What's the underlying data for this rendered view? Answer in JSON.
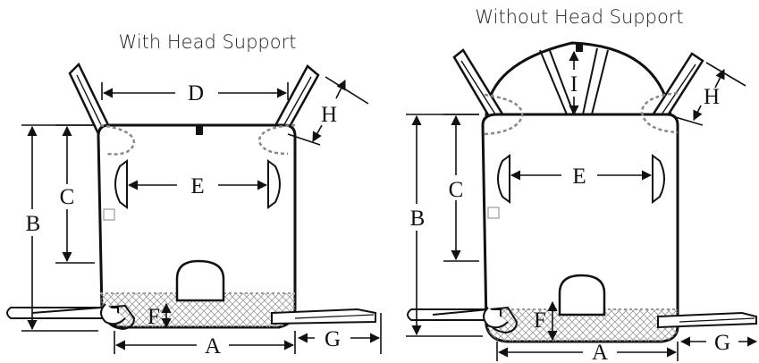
{
  "left_diagram": {
    "title": "With Head Support",
    "labels": {
      "A": "A",
      "B": "B",
      "C": "C",
      "D": "D",
      "E": "E",
      "F": "F",
      "G": "G",
      "H": "H"
    }
  },
  "right_diagram": {
    "title": "Without Head Support",
    "labels": {
      "A": "A",
      "B": "B",
      "C": "C",
      "E": "E",
      "F": "F",
      "G": "G",
      "H": "H",
      "I": "I"
    }
  }
}
